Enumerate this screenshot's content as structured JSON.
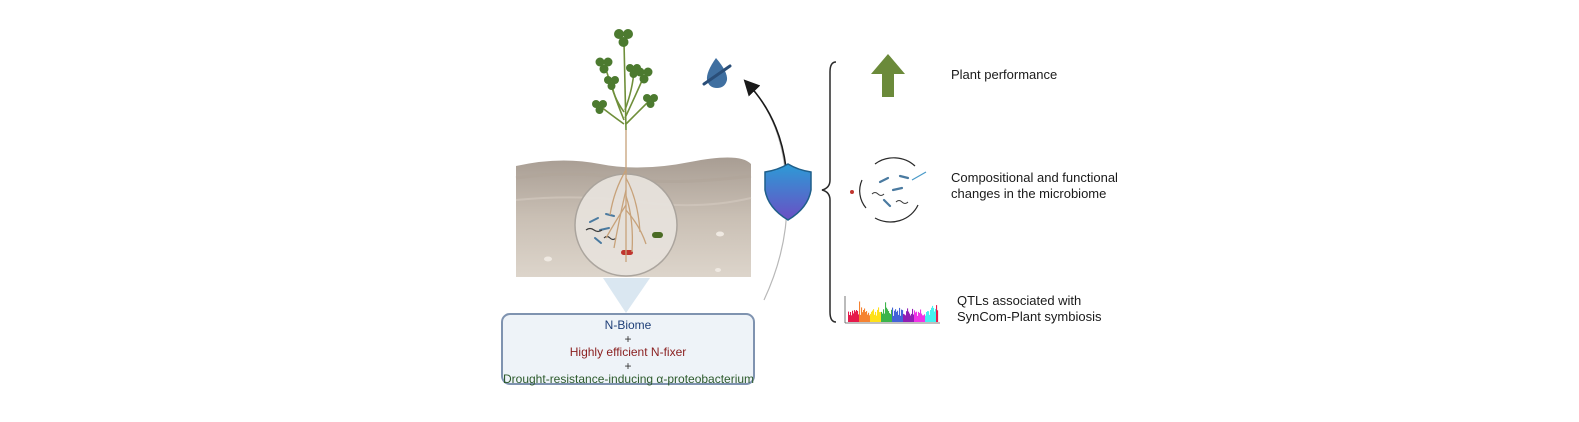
{
  "outcomes": {
    "plant_performance": "Plant performance",
    "microbiome_line1": "Compositional and functional",
    "microbiome_line2": "changes in the microbiome",
    "qtl_line1": "QTLs associated with",
    "qtl_line2": "SynCom-Plant symbiosis"
  },
  "inoculant": {
    "component1": "N-Biome",
    "plus1": "+",
    "component2": "Highly efficient N-fixer",
    "plus2": "+",
    "component3": "Drought-resistance-inducing α-proteobacterium"
  },
  "colors": {
    "arrow_green": "#6b8a3a",
    "shield_top": "#2d9bd6",
    "shield_bottom": "#6a4fc4",
    "soil_top": "#b9aea4",
    "soil_bottom": "#e0d9d0",
    "n_biome_text": "#1f3f78",
    "n_fixer_text": "#8a1f1f",
    "drought_text": "#2c5a2c"
  },
  "icons": [
    "no-water-drop-icon",
    "shield-icon",
    "up-arrow-icon",
    "microbiome-icon",
    "manhattan-plot-icon",
    "plant-icon"
  ]
}
